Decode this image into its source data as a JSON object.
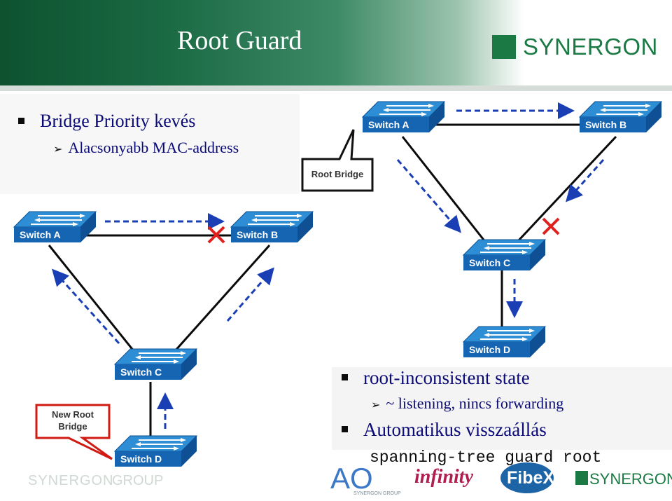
{
  "slide": {
    "title": "Root Guard",
    "logo_text": "SYNERGON"
  },
  "bullets": {
    "b1": "Bridge Priority kevés",
    "b1_sub": "Alacsonyabb MAC-address",
    "b2": "root-inconsistent state",
    "b2_sub": "~ listening, nincs forwarding",
    "b3": "Automatikus visszaállás",
    "command": "spanning-tree guard root"
  },
  "diagram_left": {
    "switches": [
      "Switch A",
      "Switch B",
      "Switch C",
      "Switch D"
    ],
    "callout": [
      "New Root",
      "Bridge"
    ]
  },
  "diagram_right": {
    "switches": [
      "Switch A",
      "Switch B",
      "Switch C",
      "Switch D"
    ],
    "callout": "Root Bridge"
  },
  "footer": {
    "syn": "SYNERGON",
    "group": "GROUP",
    "ao": "AO",
    "ao_sub": "SYNERGON GROUP",
    "infinity": "infinity",
    "fibex": "FibeX",
    "syn_right": "SYNERGON"
  },
  "colors": {
    "switch_top": "#2d8ed6",
    "switch_front": "#1565b3",
    "dashed_arrow": "#1a3fb5",
    "block_x": "#e0201c",
    "link": "#0a0a0a",
    "callout_red": "#d01b14"
  }
}
